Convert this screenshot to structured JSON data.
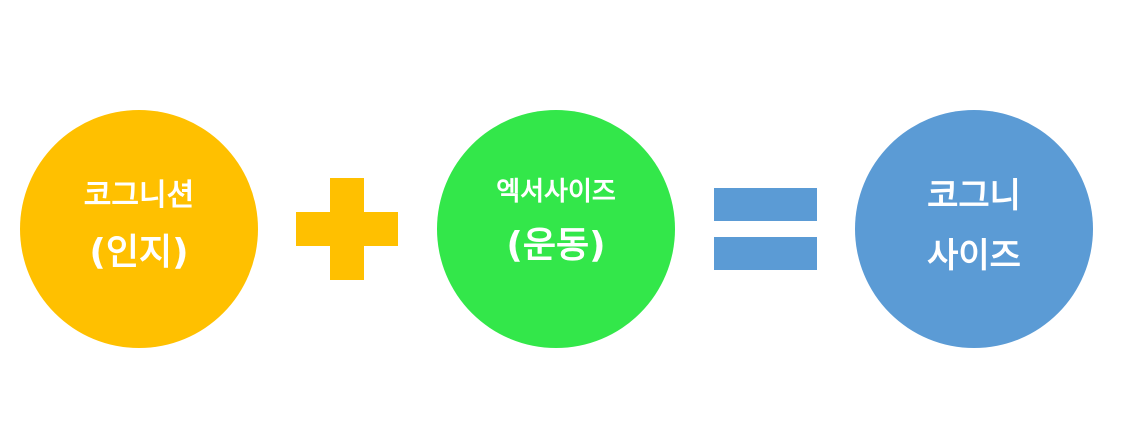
{
  "colors": {
    "cognition": "#FFC000",
    "exercise": "#33E74A",
    "result": "#5B9BD5",
    "plus": "#FFC000",
    "equals": "#5B9BD5",
    "text": "#FFFFFF"
  },
  "diagram": {
    "cognition": {
      "line1": "코그니션",
      "line2": "(인지)"
    },
    "exercise": {
      "line1": "엑서사이즈",
      "line2": "(운동)"
    },
    "result": {
      "line1": "코그니",
      "line2": "사이즈"
    },
    "operators": {
      "plus": "plus",
      "equals": "equals"
    }
  }
}
